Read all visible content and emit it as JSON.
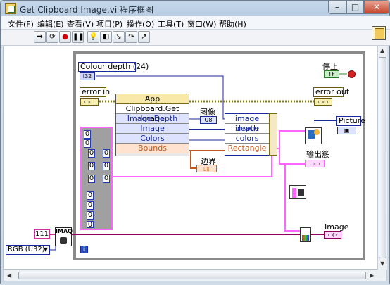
{
  "window": {
    "title": "Get Clipboard Image.vi 程序框图"
  },
  "menu": [
    "文件(F)",
    "编辑(E)",
    "查看(V)",
    "项目(P)",
    "操作(O)",
    "工具(T)",
    "窗口(W)",
    "帮助(H)"
  ],
  "toolbar": {
    "buttons": [
      "run-arrow-icon",
      "run-continuous-icon",
      "abort-icon",
      "pause-icon",
      "highlight-icon",
      "retain-icon",
      "step-into-icon",
      "step-over-icon",
      "step-out-icon"
    ]
  },
  "diagram": {
    "colour_depth_label": "Colour depth (24)",
    "colour_depth_terminal": "I32",
    "stop_label": "停止",
    "stop_terminal": "TF",
    "error_in_label": "error in",
    "error_out_label": "error out",
    "app_node": {
      "header": "App",
      "method": "Clipboard.Get Image",
      "inputs": [
        "Image Depth",
        "Image",
        "Colors",
        "Bounds"
      ]
    },
    "image_label": "图像",
    "image_terminal": "U8",
    "bind_node": {
      "rows": [
        "image depth",
        "image",
        "colors",
        "Rectangle"
      ]
    },
    "bounds_label": "边界",
    "picture_label": "Picture",
    "output_cluster_label": "输出簇",
    "image_out_label": "Image",
    "const_111": "111",
    "imaq_label": "IMAQ",
    "rgb_dropdown": "RGB (U32)",
    "info_icon": "i",
    "cluster_values": [
      "0",
      "0",
      "0",
      "0",
      "0",
      "0",
      "0",
      "0",
      "0",
      "0",
      "0",
      "0"
    ]
  },
  "colors": {
    "accent_pink": "#ff66ff",
    "wire_blue": "#1b2a9a",
    "wire_orange": "#c05a20",
    "wire_purple": "#8b005b"
  }
}
